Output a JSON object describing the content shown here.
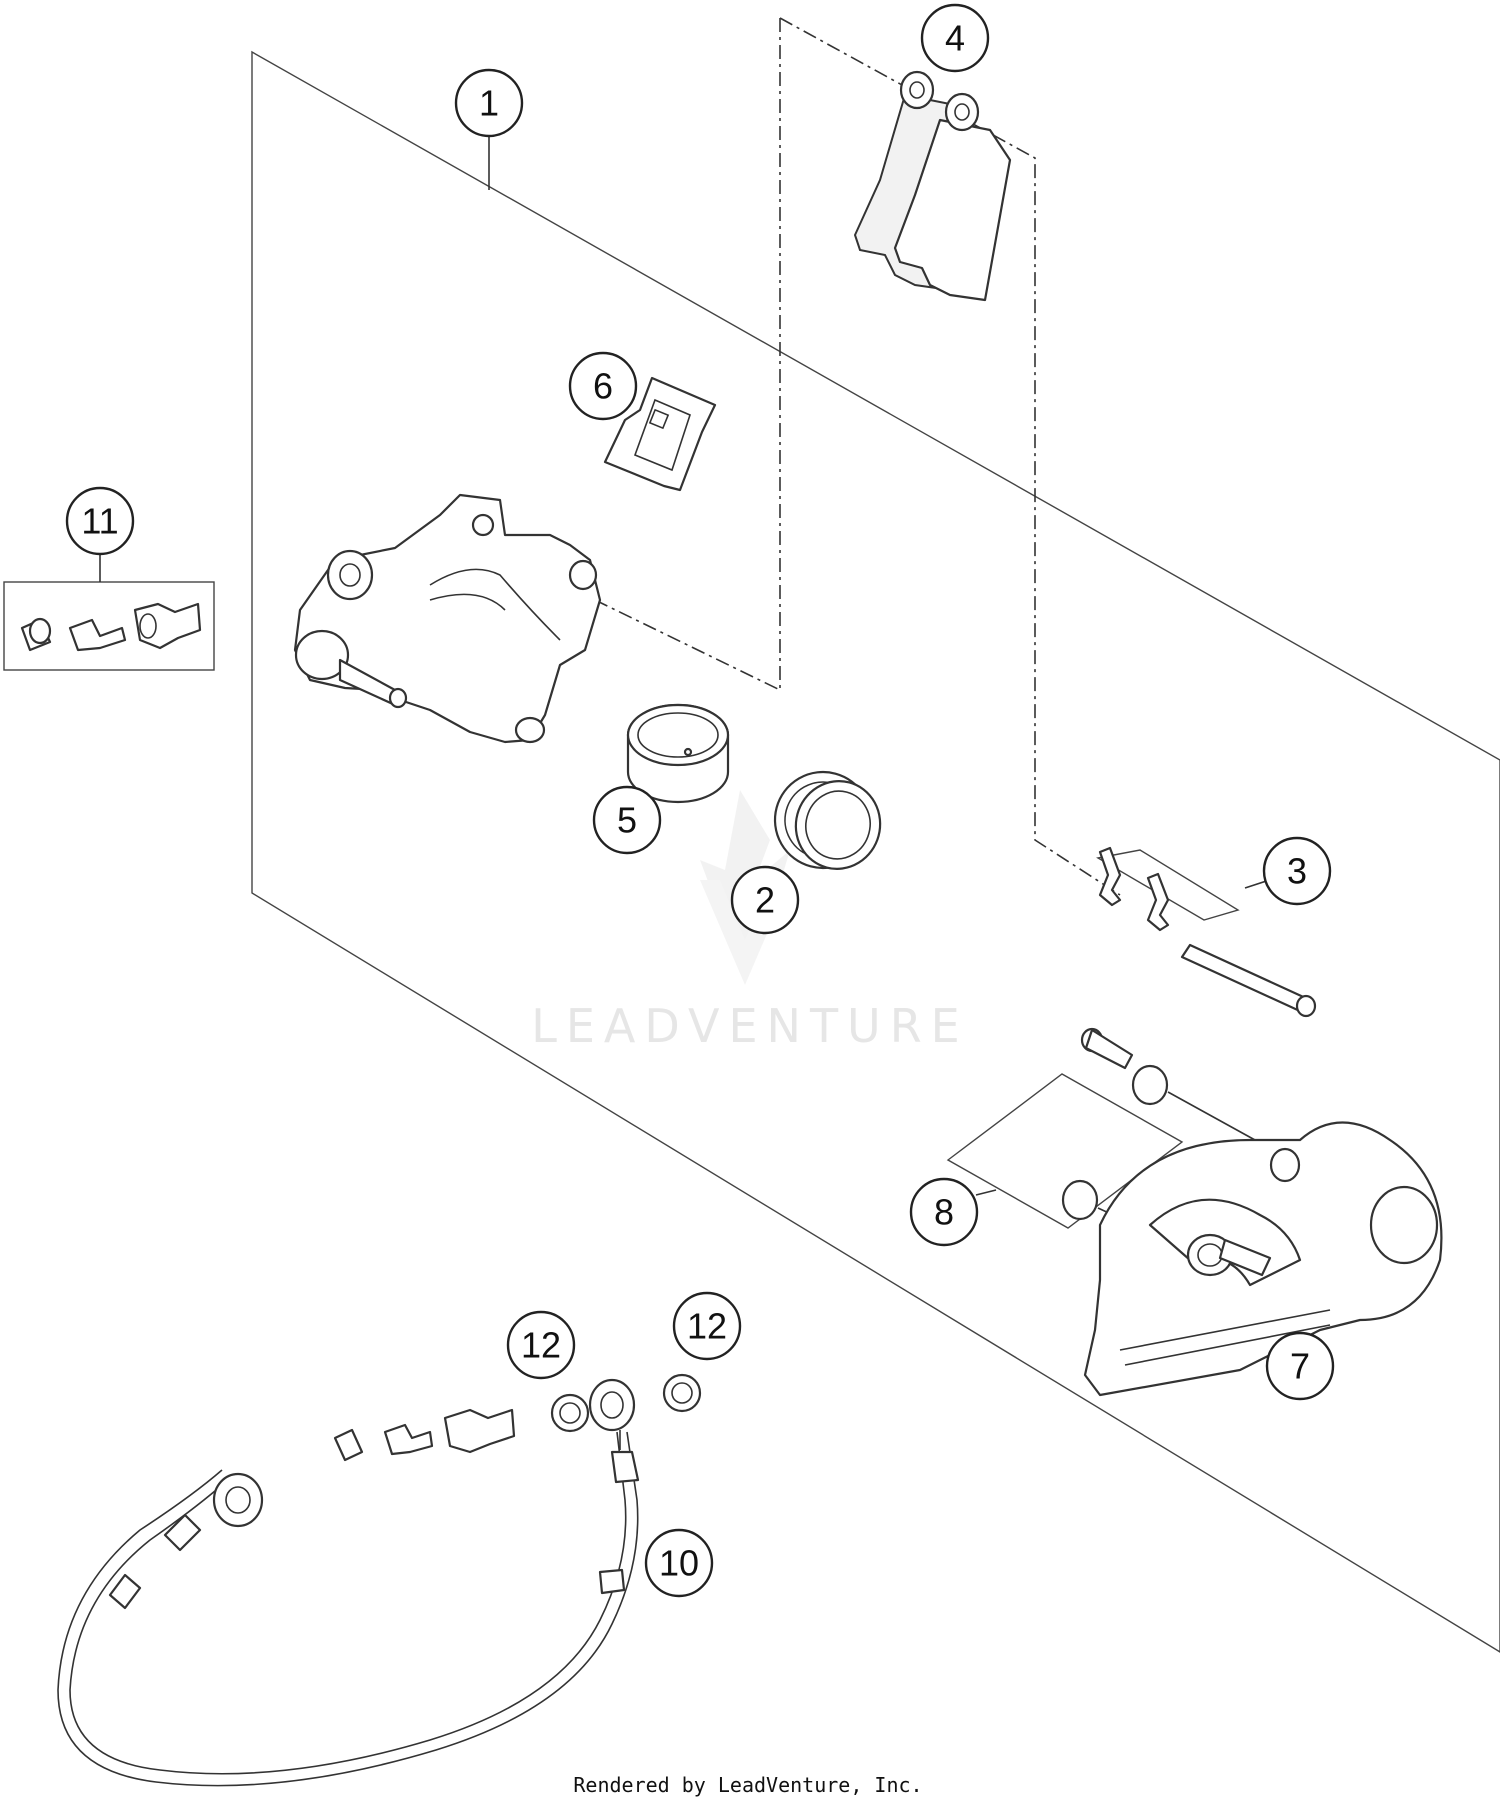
{
  "callouts": [
    {
      "label": "1"
    },
    {
      "label": "2"
    },
    {
      "label": "3"
    },
    {
      "label": "4"
    },
    {
      "label": "5"
    },
    {
      "label": "6"
    },
    {
      "label": "7"
    },
    {
      "label": "8"
    },
    {
      "label": "10"
    },
    {
      "label": "11"
    },
    {
      "label": "12"
    },
    {
      "label": "12"
    }
  ],
  "watermark": "LEADVENTURE",
  "footer": "Rendered by LeadVenture, Inc.",
  "colors": {
    "line": "#333333",
    "watermark": "#e6e6e6",
    "background": "#ffffff"
  }
}
